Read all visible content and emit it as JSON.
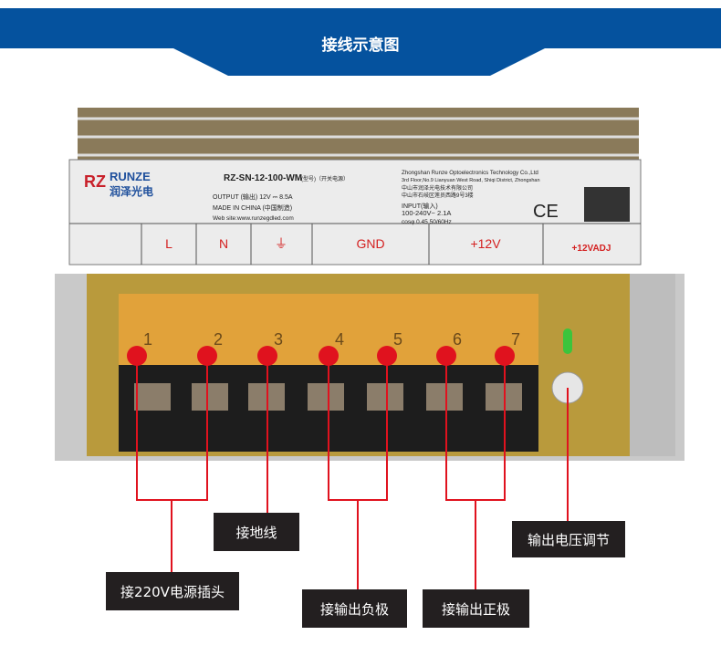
{
  "header": {
    "title": "接线示意图",
    "color": "#05529e"
  },
  "device": {
    "brand_logo": "RZ",
    "brand_name": "RUNZE",
    "brand_cn": "润泽光电",
    "model": "RZ-SN-12-100-WM",
    "model_note": "(型号)（开关电源）",
    "output": "OUTPUT (输出)  12V ⎓ 8.5A",
    "made_in": "MADE IN CHINA (中国制造)",
    "website": "Web site:www.runzegdled.com",
    "company_en": "Zhongshan Runze Optoelectronics Technology Co.,Ltd",
    "address_en": "3rd Floor,No.9 Lianyuan West Road, Shiqi District, Zhongshan",
    "company_cn": "中山市润泽光电技术有限公司",
    "address_cn": "中山市石岐区莲员西路9号3楼",
    "input": "INPUT(输入)",
    "input_spec": "100-240V~ 2.1A",
    "input_pf": "cosφ 0.45  50/60Hz",
    "ce": "CE",
    "terminals": [
      "L",
      "N",
      "⏚",
      "GND",
      "+12V",
      "+12VADJ"
    ],
    "terminal_numbers": [
      "1",
      "2",
      "3",
      "4",
      "5",
      "6",
      "7"
    ],
    "accent": "#d42020"
  },
  "callouts": {
    "ground": "接地线",
    "power_input": "接220V电源插头",
    "negative": "接输出负极",
    "positive": "接输出正极",
    "adjust": "输出电压调节"
  }
}
